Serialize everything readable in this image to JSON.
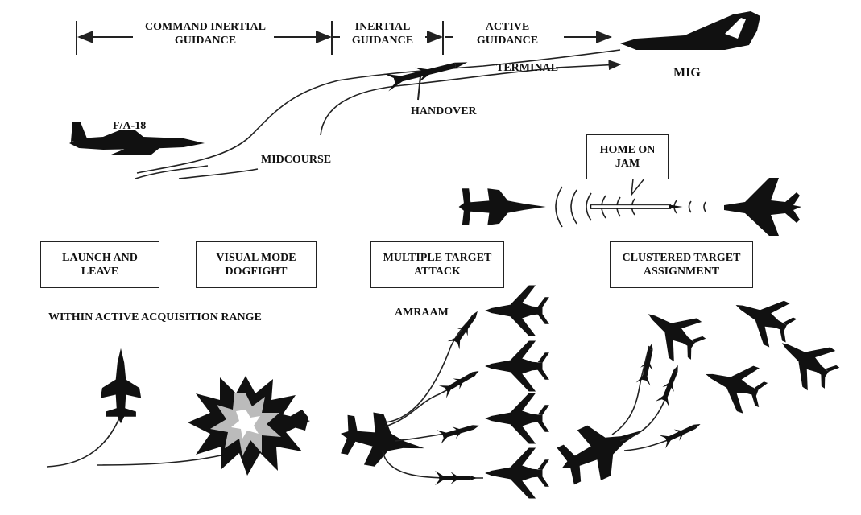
{
  "phases": {
    "command_inertial": [
      "COMMAND INERTIAL",
      "GUIDANCE"
    ],
    "inertial": [
      "INERTIAL",
      "GUIDANCE"
    ],
    "active": [
      "ACTIVE",
      "GUIDANCE"
    ]
  },
  "labels": {
    "mig": "MIG",
    "fa18": "F/A-18",
    "terminal": "TERMINAL",
    "handover": "HANDOVER",
    "midcourse": "MIDCOURSE",
    "within_range": "WITHIN ACTIVE ACQUISITION RANGE",
    "amraam": "AMRAAM"
  },
  "home_on_jam": [
    "HOME ON",
    "JAM"
  ],
  "modes": {
    "launch_leave": [
      "LAUNCH AND",
      "LEAVE"
    ],
    "visual_dogfight": [
      "VISUAL MODE",
      "DOGFIGHT"
    ],
    "multiple_target": [
      "MULTIPLE TARGET",
      "ATTACK"
    ],
    "clustered_target": [
      "CLUSTERED TARGET",
      "ASSIGNMENT"
    ]
  },
  "colors": {
    "ink": "#111111",
    "line": "#222222",
    "background": "#ffffff"
  },
  "icons": [
    "fighter-jet-icon",
    "missile-icon",
    "explosion-icon",
    "jamming-wave-icon"
  ]
}
